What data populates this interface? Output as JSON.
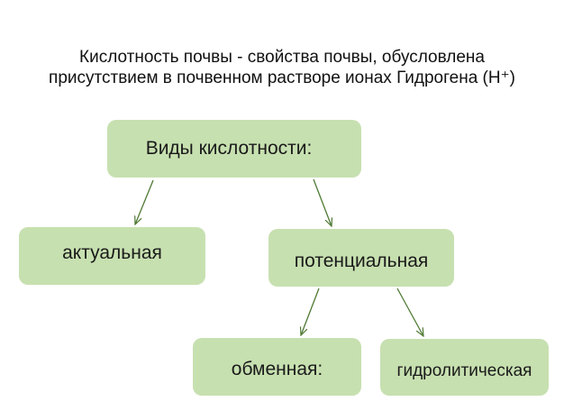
{
  "title": {
    "line1": "Кислотность почвы - свойства почвы,  обусловлена",
    "line2": "присутствием в почвенном растворе ионах Гидрогена (Н⁺)"
  },
  "nodes": {
    "root": "Виды кислотности:",
    "actual": "актуальная",
    "potential": "потенциальная",
    "exchange": "обменная:",
    "hydrolytic": "гидролитическая"
  },
  "colors": {
    "node_fill": "#c7e0b0",
    "arrow": "#4f7a34"
  }
}
